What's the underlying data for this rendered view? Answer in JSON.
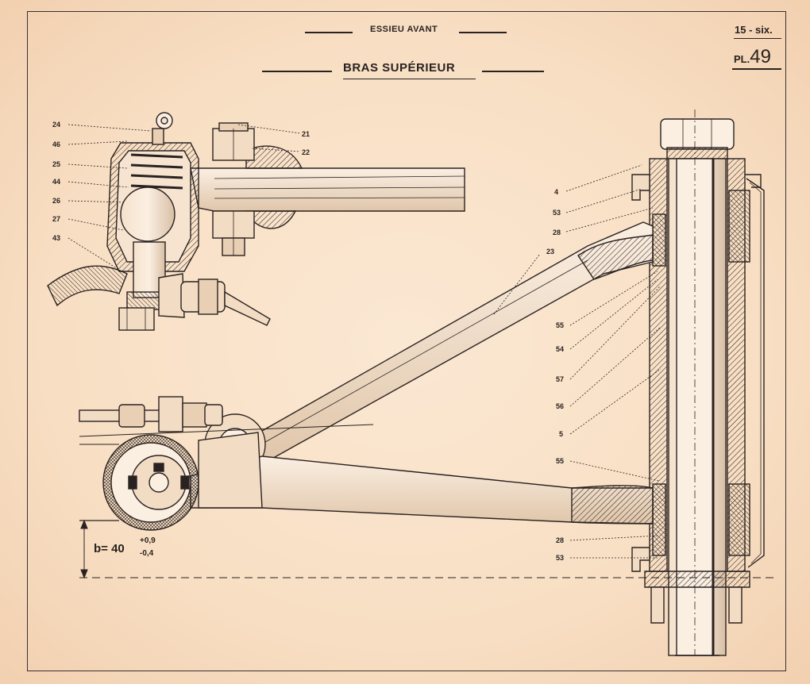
{
  "header": {
    "section_title": "ESSIEU AVANT",
    "plate_title": "BRAS SUPÉRIEUR",
    "plate_ref": "15 - six.",
    "plate_prefix": "PL.",
    "plate_number": "49"
  },
  "callouts": {
    "n24": "24",
    "n46": "46",
    "n25": "25",
    "n44": "44",
    "n26": "26",
    "n27": "27",
    "n43": "43",
    "n21": "21",
    "n22": "22",
    "n4": "4",
    "n53a": "53",
    "n28a": "28",
    "n23": "23",
    "n55a": "55",
    "n54": "54",
    "n57": "57",
    "n56": "56",
    "n5": "5",
    "n55b": "55",
    "n28b": "28",
    "n53b": "53"
  },
  "dimension": {
    "base": "b= 40",
    "tol_plus": "+0,9",
    "tol_minus": "-0,4"
  }
}
